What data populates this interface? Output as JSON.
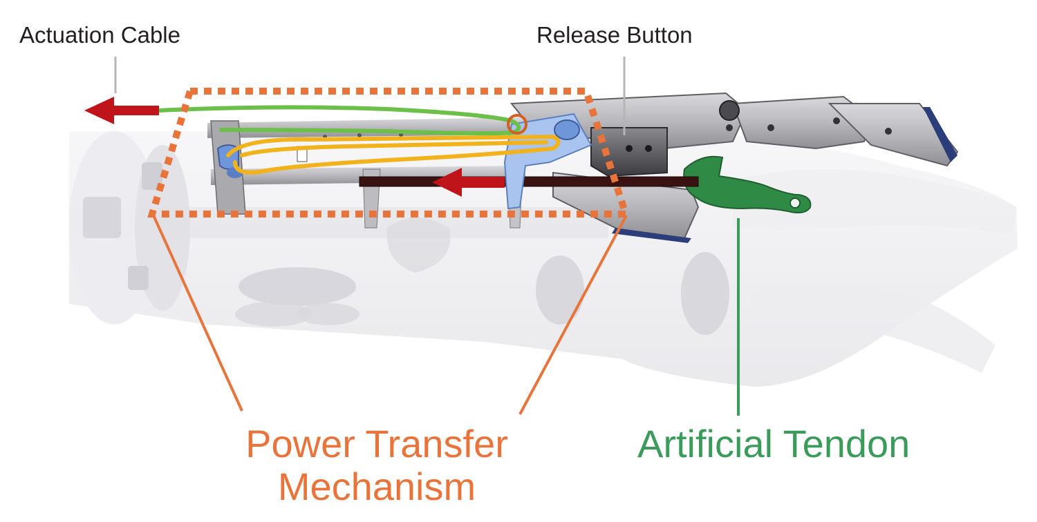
{
  "labels": {
    "actuation_cable": "Actuation Cable",
    "release_button": "Release Button",
    "power_transfer_line1": "Power Transfer",
    "power_transfer_line2": "Mechanism",
    "artificial_tendon": "Artificial Tendon"
  },
  "colors": {
    "power_transfer": "#e8743b",
    "artificial_tendon": "#3a9b5b",
    "actuation_arrow": "#c0141b",
    "green_cable": "#6cc04a",
    "yellow_cable": "#f2b21b",
    "leader_grey": "#b5b5b5",
    "blue_part": "#a9c4ee"
  }
}
